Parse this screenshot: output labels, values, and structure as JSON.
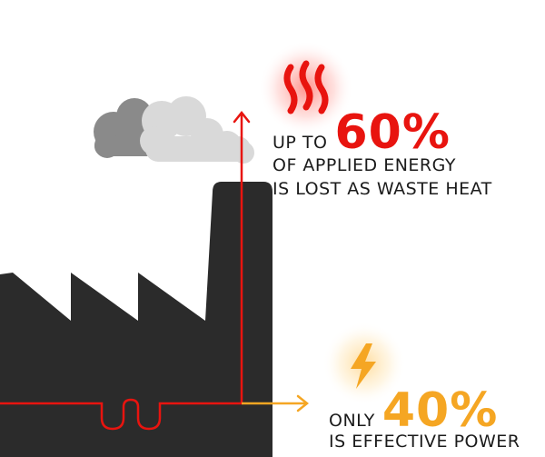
{
  "waste_heat": {
    "prefix": "UP TO",
    "percent": "60%",
    "line1": "OF APPLIED ENERGY",
    "line2": "IS LOST AS WASTE HEAT",
    "color": "#e8140f"
  },
  "effective_power": {
    "prefix": "ONLY",
    "percent": "40%",
    "line1": "IS EFFECTIVE POWER",
    "color": "#f5a623"
  },
  "colors": {
    "factory": "#2b2b2b",
    "smoke_dark": "#8a8a8a",
    "smoke_light": "#d9d9d9"
  },
  "icons": {
    "heat": "heat-waves-icon",
    "power": "lightning-bolt-icon"
  }
}
